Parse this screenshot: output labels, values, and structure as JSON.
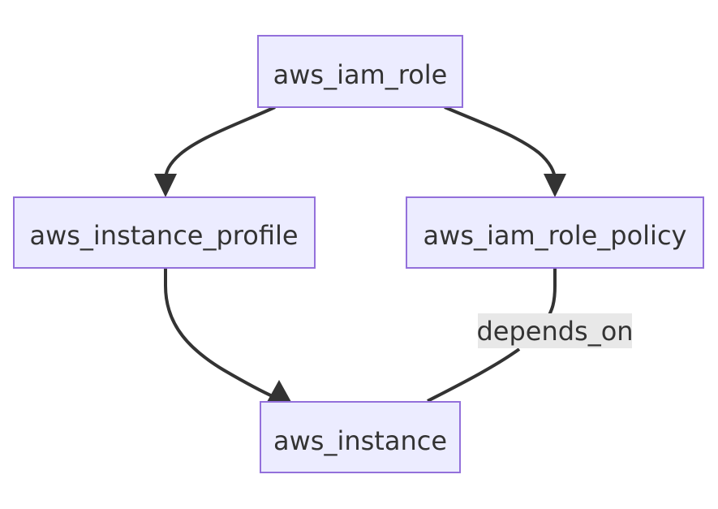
{
  "nodes": {
    "iam_role": {
      "label": "aws_iam_role"
    },
    "instance_profile": {
      "label": "aws_instance_profile"
    },
    "iam_role_policy": {
      "label": "aws_iam_role_policy"
    },
    "instance": {
      "label": "aws_instance"
    }
  },
  "edges": [
    {
      "from": "iam_role",
      "to": "instance_profile",
      "label": "",
      "arrow": true
    },
    {
      "from": "iam_role",
      "to": "iam_role_policy",
      "label": "",
      "arrow": true
    },
    {
      "from": "instance_profile",
      "to": "instance",
      "label": "",
      "arrow": true
    },
    {
      "from": "iam_role_policy",
      "to": "instance",
      "label": "depends_on",
      "arrow": false
    }
  ],
  "colors": {
    "node_fill": "#ECECFF",
    "node_stroke": "#9370DB",
    "edge": "#333333",
    "text": "#333333",
    "edge_label_bg": "#e8e8e8"
  }
}
